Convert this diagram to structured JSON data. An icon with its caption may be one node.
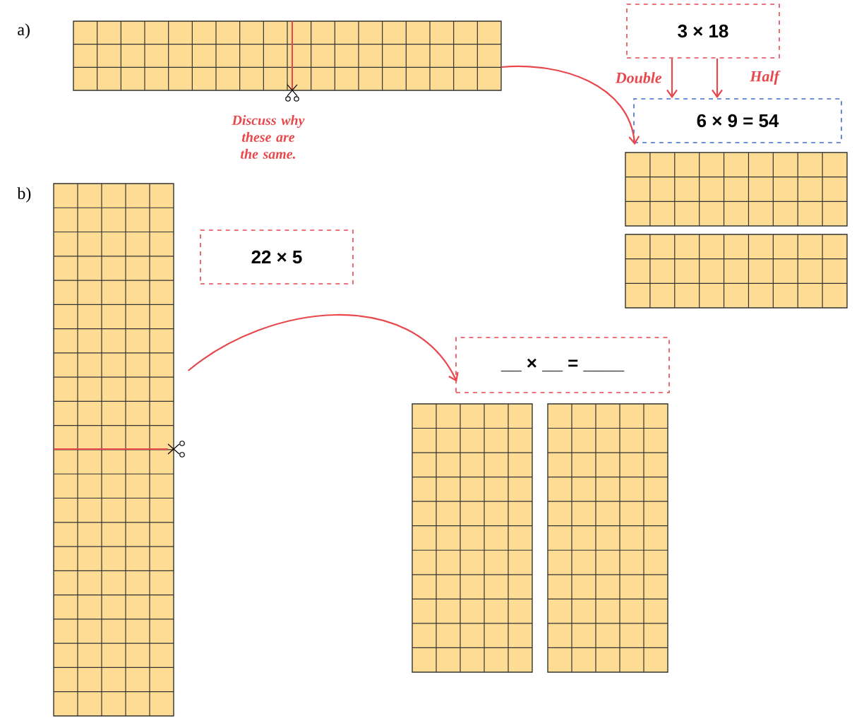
{
  "diagram": {
    "nodes": [
      {
        "text": [],
        "shape": "grid"
      },
      {
        "text": [
          "3 × 18"
        ]
      },
      {
        "text": [
          "6 × 9 = 54"
        ]
      },
      {
        "text": [],
        "shape": "grid"
      },
      {
        "text": [],
        "shape": "grid"
      },
      {
        "text": [],
        "shape": "grid"
      },
      {
        "text": [
          "22 × 5"
        ]
      },
      {
        "text": [
          "__ × __ = ____"
        ]
      },
      {
        "text": [],
        "shape": "grid"
      },
      {
        "text": [],
        "shape": "grid"
      }
    ],
    "edges": [
      {
        "from": 0,
        "to": 3,
        "arrow": "to"
      },
      {
        "from": 1,
        "to": 2,
        "arrow": "to",
        "label": "Double"
      },
      {
        "from": 1,
        "to": 2,
        "arrow": "to",
        "label": "Half"
      },
      {
        "from": 5,
        "to": 7,
        "arrow": "to"
      }
    ],
    "labels": [
      "a)",
      "Discuss why these are the same.",
      "b)"
    ]
  }
}
